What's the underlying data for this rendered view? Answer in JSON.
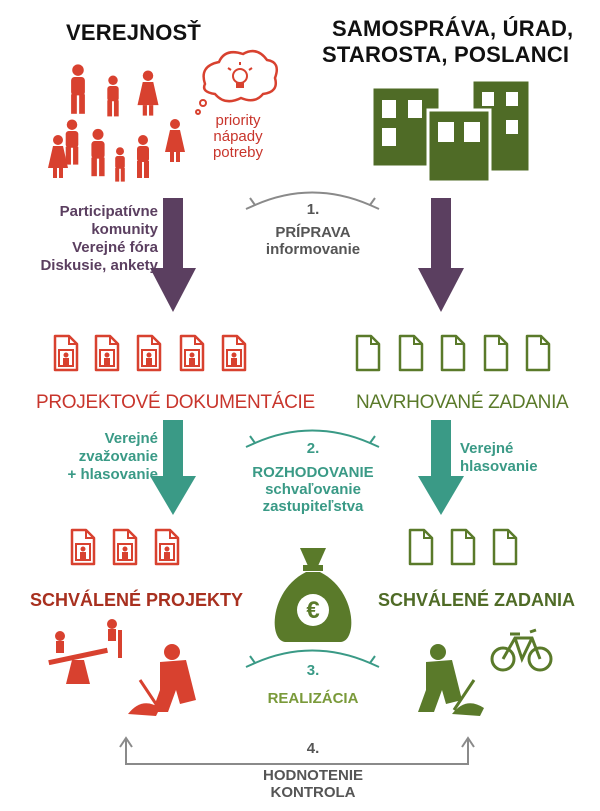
{
  "headers": {
    "left": "VEREJNOSŤ",
    "right_line1": "SAMOSPRÁVA, ÚRAD,",
    "right_line2": "STAROSTA, POSLANCI"
  },
  "bubble": [
    "priority",
    "nápady",
    "potreby"
  ],
  "left_methods": [
    "Participatívne",
    "komunity",
    "Verejné fóra",
    "Diskusie, ankety"
  ],
  "phases": [
    {
      "number": "1.",
      "lines": [
        "PRÍPRAVA",
        "informovanie"
      ]
    },
    {
      "number": "2.",
      "lines": [
        "ROZHODOVANIE",
        "schvaľovanie",
        "zastupiteľstva"
      ]
    },
    {
      "number": "3.",
      "lines": [
        "REALIZÁCIA"
      ]
    },
    {
      "number": "4.",
      "lines": [
        "HODNOTENIE",
        "KONTROLA"
      ]
    }
  ],
  "row2": {
    "left_label": "PROJEKTOVÉ  DOKUMENTÁCIE",
    "right_label": "NAVRHOVANÉ ZADANIA"
  },
  "votes": {
    "left": [
      "Verejné",
      "zvažovanie",
      "+ hlasovanie"
    ],
    "right": [
      "Verejné",
      "hlasovanie"
    ]
  },
  "row3": {
    "left_label": "SCHVÁLENÉ PROJEKTY",
    "right_label": "SCHVÁLENÉ ZADANIA"
  },
  "money_symbol": "€",
  "colors": {
    "red": "#d8412f",
    "olive": "#5a7a2a",
    "purple": "#5b3f60",
    "teal": "#3a9a86",
    "grey": "#8a8a8a"
  }
}
